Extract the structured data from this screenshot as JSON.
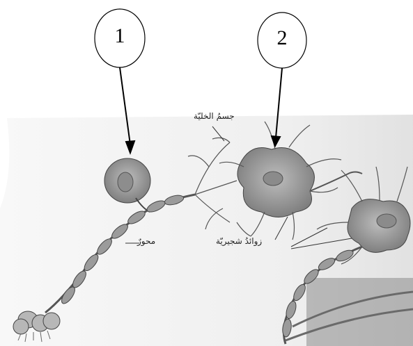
{
  "callouts": [
    {
      "number": "1"
    },
    {
      "number": "2"
    }
  ],
  "labels": {
    "cell_body": "جسمُ الخليّة",
    "axon": "محورٌ",
    "dendrites": "زوائدُ شجيريّة"
  },
  "colors": {
    "cell_fill": "#a9a9a9",
    "cell_dark": "#6f6f6f",
    "nucleus": "#8a8a8a",
    "myelin": "#9a9a9a",
    "background_shadow": "#d8d8d8"
  }
}
